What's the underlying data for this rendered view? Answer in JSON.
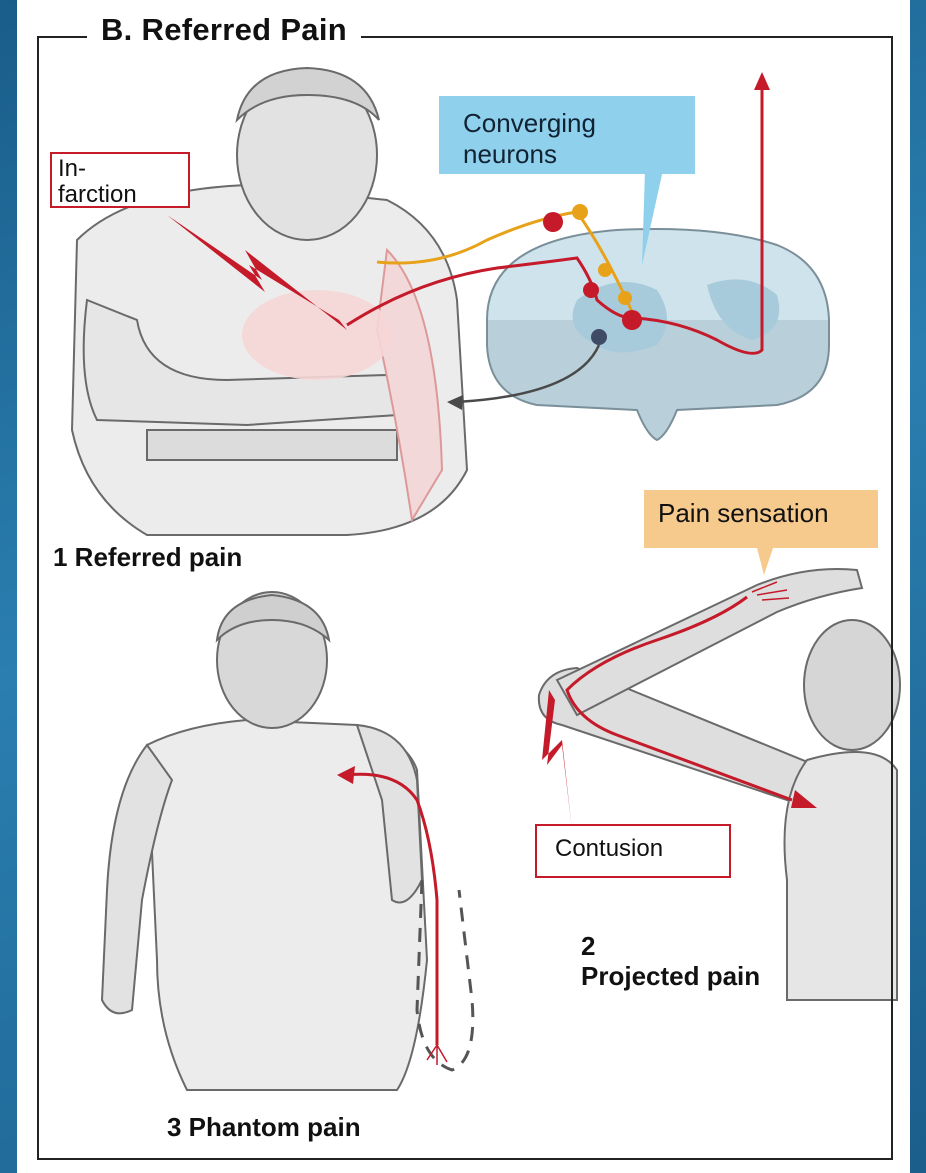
{
  "figure": {
    "title": "B. Referred Pain",
    "labels": {
      "infarction_line1": "In-",
      "infarction_line2": "farction",
      "converging_line1": "Converging",
      "converging_line2": "neurons",
      "pain_sensation": "Pain sensation",
      "contusion": "Contusion",
      "panel1": "1 Referred pain",
      "panel2_number": "2",
      "panel2_title": "Projected pain",
      "panel3": "3 Phantom pain"
    },
    "colors": {
      "nerve_red": "#c41a2a",
      "nerve_orange": "#e8a21a",
      "callout_blue": "#8fd0ec",
      "callout_orange": "#f6c98d",
      "spinal_cord": "#cfe3ec"
    }
  }
}
